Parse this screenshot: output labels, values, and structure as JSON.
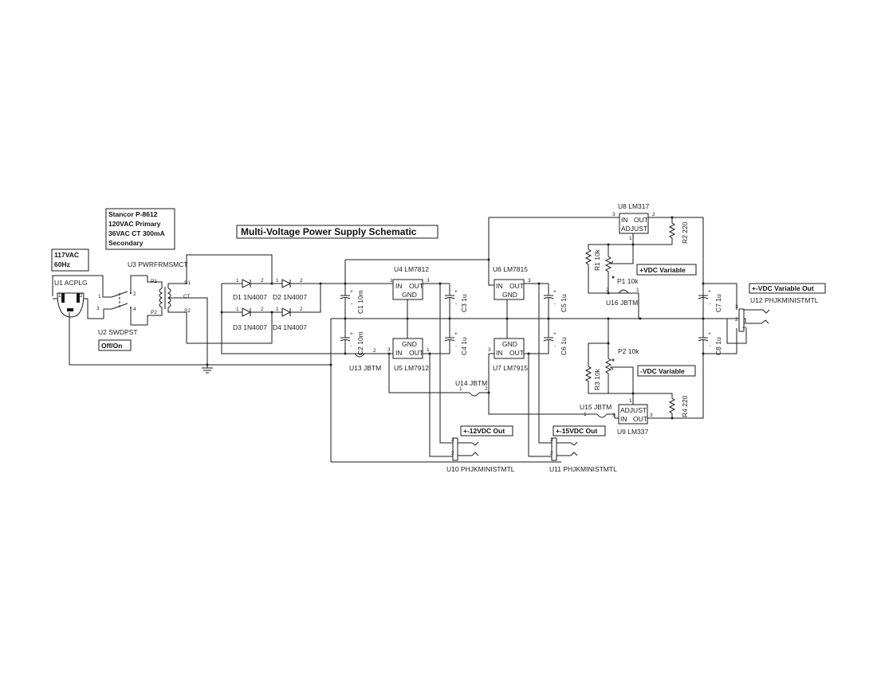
{
  "title": "Multi-Voltage Power Supply Schematic",
  "notes": {
    "transformer_spec": [
      "Stancor P-8612",
      "120VAC Primary",
      "36VAC CT 300mA",
      "Secondary"
    ],
    "mains": [
      "117VAC",
      "60Hz"
    ],
    "switch_state": "Off/On",
    "plus_vdc_variable": "+VDC Variable",
    "minus_vdc_variable": "-VDC Variable",
    "variable_out": "+-VDC Variable Out",
    "out_12": "+-12VDC Out",
    "out_15": "+-15VDC Out"
  },
  "components": {
    "U1": "U1 ACPLG",
    "U2": "U2 SWDPST",
    "U3": "U3 PWRFRMSMCT",
    "D1": "D1 1N4007",
    "D2": "D2 1N4007",
    "D3": "D3 1N4007",
    "D4": "D4 1N4007",
    "C1": "C1 10m",
    "C2": "C2 10m",
    "C3": "C3 1u",
    "C4": "C4 1u",
    "C5": "C5 1u",
    "C6": "C6 1u",
    "C7": "C7 1u",
    "C8": "C8 1u",
    "U4": "U4 LM7812",
    "U5": "U5 LM7912",
    "U6": "U6 LM7815",
    "U7": "U7 LM7915",
    "U8": "U8 LM317",
    "U9": "U9 LM337",
    "R1": "R1 10k",
    "R2": "R2 220",
    "R3": "R3 10k",
    "R4": "R4 220",
    "P1": "P1 10k",
    "P2": "P2 10k",
    "U10": "U10 PHJKMINISTMTL",
    "U11": "U11 PHJKMINISTMTL",
    "U12": "U12 PHJKMINISTMTL",
    "U13": "U13 JBTM",
    "U14": "U14 JBTM",
    "U15": "U15 JBTM",
    "U16": "U16 JBTM"
  },
  "ic_pins": {
    "in": "IN",
    "out": "OUT",
    "gnd": "GND",
    "adjust": "ADJUST"
  },
  "transformer_pins": {
    "p1": "P1",
    "p2": "P2",
    "s1": "S1",
    "ct": "CT",
    "s2": "S2"
  },
  "pin_numbers": {
    "one": "1",
    "two": "2",
    "three": "3",
    "four": "4"
  },
  "polarity": {
    "plus": "+",
    "minus": "-"
  }
}
